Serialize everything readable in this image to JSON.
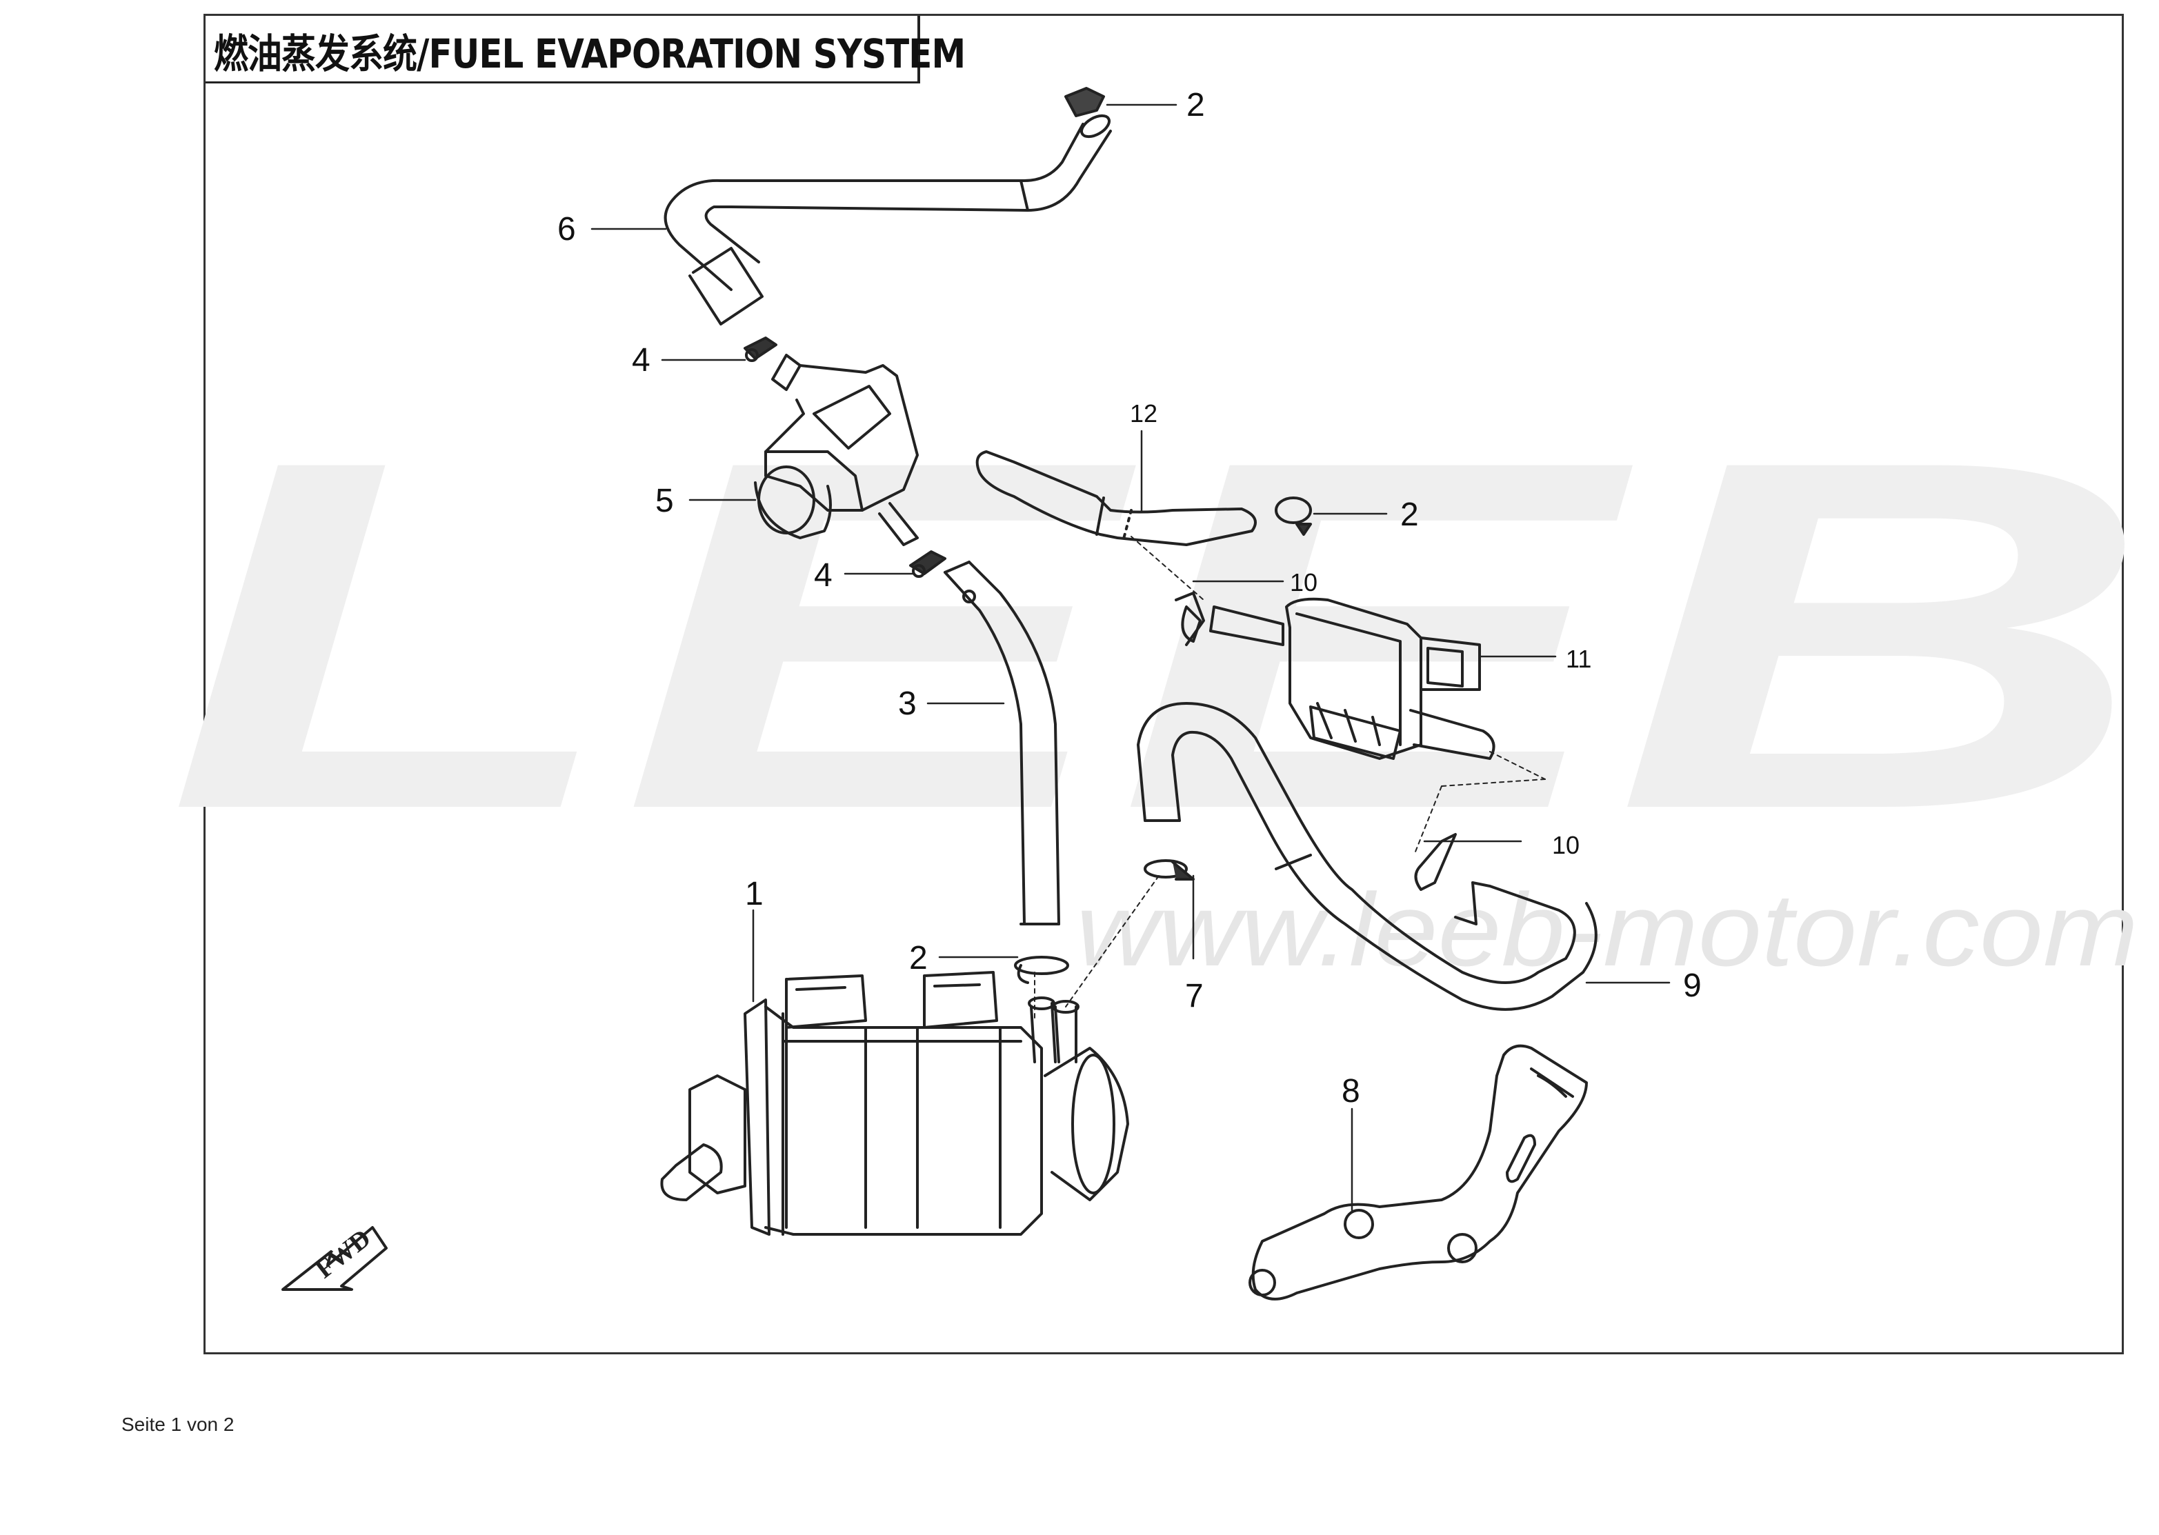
{
  "diagram": {
    "title": "燃油蒸发系统/FUEL EVAPORATION SYSTEM",
    "watermark": {
      "logo": "LEEB",
      "url": "www.leeb-motor.com"
    },
    "fwd_label": "FWD",
    "callouts": [
      {
        "id": "c2a",
        "label": "2"
      },
      {
        "id": "c6",
        "label": "6"
      },
      {
        "id": "c4a",
        "label": "4"
      },
      {
        "id": "c12",
        "label": "12"
      },
      {
        "id": "c5",
        "label": "5"
      },
      {
        "id": "c2b",
        "label": "2"
      },
      {
        "id": "c4b",
        "label": "4"
      },
      {
        "id": "c10a",
        "label": "10"
      },
      {
        "id": "c11",
        "label": "11"
      },
      {
        "id": "c3",
        "label": "3"
      },
      {
        "id": "c10b",
        "label": "10"
      },
      {
        "id": "c1",
        "label": "1"
      },
      {
        "id": "c2c",
        "label": "2"
      },
      {
        "id": "c7",
        "label": "7"
      },
      {
        "id": "c9",
        "label": "9"
      },
      {
        "id": "c8",
        "label": "8"
      }
    ]
  },
  "footer": {
    "page_text": "Seite 1 von 2"
  },
  "colors": {
    "line": "#222222",
    "watermark": "#eeeeee",
    "frame": "#333333"
  }
}
